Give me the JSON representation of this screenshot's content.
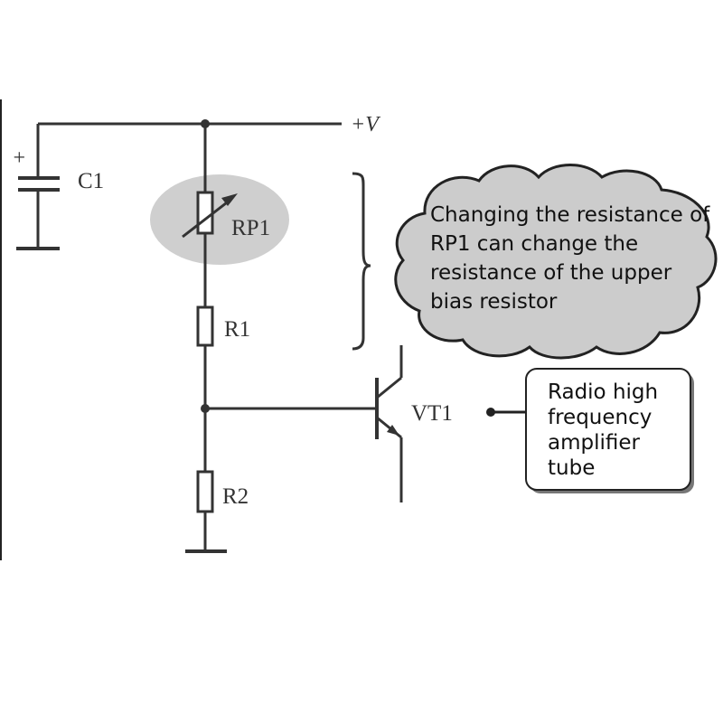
{
  "colors": {
    "wire": "#333333",
    "highlight": "#cfcfcf",
    "cloud_fill": "#cccccc",
    "callout_border": "#222222"
  },
  "labels": {
    "supply": "+V",
    "capacitor_plus": "+",
    "capacitor": "C1",
    "potentiometer": "RP1",
    "resistor_1": "R1",
    "resistor_2": "R2",
    "transistor": "VT1"
  },
  "callouts": {
    "cloud": "Changing the resistance of RP1 can change the resistance of the upper bias resistor",
    "box": "Radio high frequency amplifier tube"
  }
}
